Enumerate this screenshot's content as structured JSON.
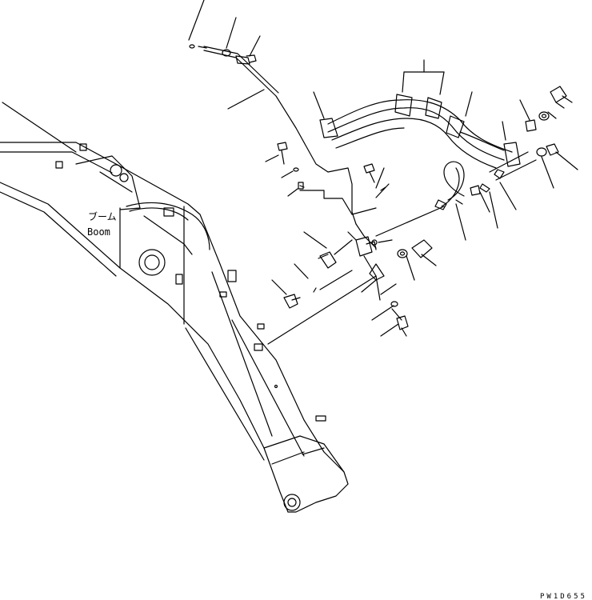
{
  "diagram": {
    "boom_label_jp": "ブーム",
    "boom_label_en": "Boom",
    "drawing_code": "PW1D655"
  },
  "colors": {
    "line": "#000000",
    "background": "#ffffff"
  }
}
